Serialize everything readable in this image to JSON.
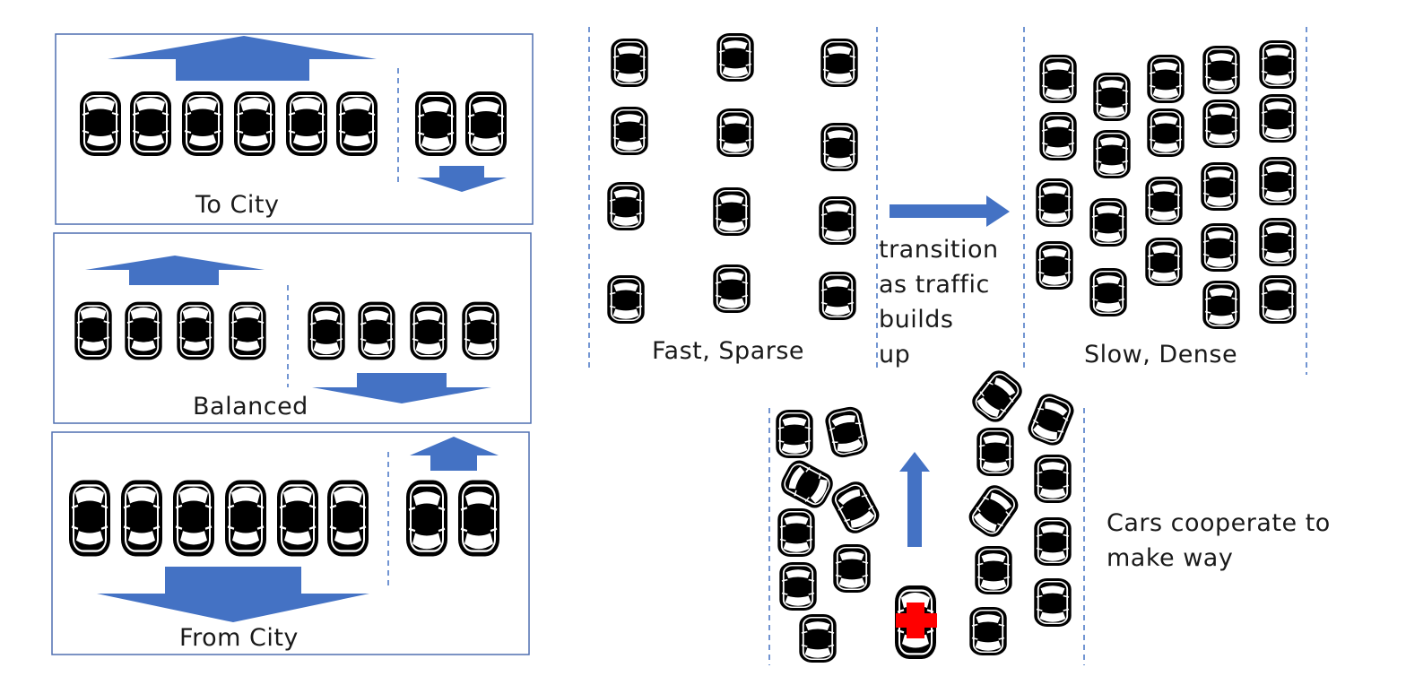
{
  "colors": {
    "arrow": "#4472c4",
    "panel_border": "#4f6fb0",
    "lane_divider": "#4472c4",
    "car_body": "#000000",
    "car_window": "#ffffff",
    "ambulance_cross": "#ff0000"
  },
  "icons": {
    "car": "car-top-view-icon",
    "ambulance": "ambulance-icon",
    "arrow": "arrow-icon"
  },
  "left_panels": [
    {
      "id": "to-city",
      "label": "To City"
    },
    {
      "id": "balanced",
      "label": "Balanced"
    },
    {
      "id": "from-city",
      "label": "From City"
    }
  ],
  "traffic_transition": {
    "before_label": "Fast, Sparse",
    "transition_label": "transition\nas traffic\nbuilds\nup",
    "after_label": "Slow, Dense"
  },
  "emergency": {
    "label": "Cars cooperate to\nmake way"
  }
}
